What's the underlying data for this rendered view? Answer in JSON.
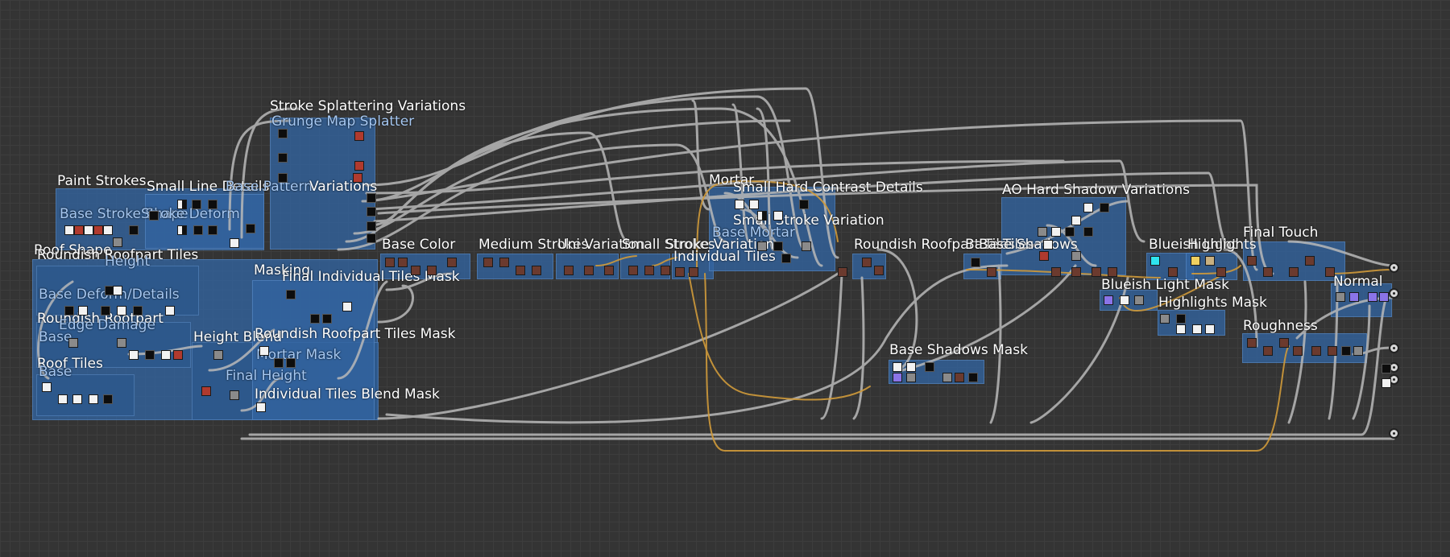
{
  "graph": {
    "frames": [
      {
        "id": "paint-strokes",
        "label": "Paint Strokes"
      },
      {
        "id": "base-stroke-shape",
        "label": "Base Stroke Shape"
      },
      {
        "id": "stroke-deform",
        "label": "Stroke Deform"
      },
      {
        "id": "small-line-details",
        "label": "Small Line Details"
      },
      {
        "id": "base-pattern",
        "label": "Base Pattern"
      },
      {
        "id": "stroke-splattering-variations",
        "label": "Stroke Splattering Variations"
      },
      {
        "id": "grunge-map-splatter",
        "label": "Grunge Map Splatter"
      },
      {
        "id": "variations",
        "label": "Variations"
      },
      {
        "id": "roof-shape",
        "label": "Roof Shape"
      },
      {
        "id": "roundish-roofpart-tiles",
        "label": "Roundish Roofpart Tiles"
      },
      {
        "id": "height",
        "label": "Height"
      },
      {
        "id": "base-deform-details",
        "label": "Base Deform/Details"
      },
      {
        "id": "roundish-rootpart",
        "label": "Roundish Rootpart"
      },
      {
        "id": "edge-damage",
        "label": "Edge Damage"
      },
      {
        "id": "base-1",
        "label": "Base"
      },
      {
        "id": "roof-tiles",
        "label": "Roof Tiles"
      },
      {
        "id": "base-2",
        "label": "Base"
      },
      {
        "id": "height-blend",
        "label": "Height Blend"
      },
      {
        "id": "final-height",
        "label": "Final Height"
      },
      {
        "id": "masking",
        "label": "Masking"
      },
      {
        "id": "final-individual-tiles-mask",
        "label": "Final Individual Tiles Mask"
      },
      {
        "id": "roundish-roofpart-tiles-mask",
        "label": "Roundish Roofpart Tiles Mask"
      },
      {
        "id": "mortar-mask",
        "label": "Mortar Mask"
      },
      {
        "id": "individual-tiles-blend-mask",
        "label": "Individual Tiles Blend Mask"
      },
      {
        "id": "base-color",
        "label": "Base Color"
      },
      {
        "id": "medium-strokes",
        "label": "Medium Strokes"
      },
      {
        "id": "uni-variation",
        "label": "Uni Variation"
      },
      {
        "id": "small-strokes",
        "label": "Small Strokes"
      },
      {
        "id": "stroke-variation",
        "label": "Stroke Variation"
      },
      {
        "id": "individual-tiles",
        "label": "Individual Tiles"
      },
      {
        "id": "mortar",
        "label": "Mortar"
      },
      {
        "id": "small-hard-contrast-details",
        "label": "Small Hard Contrast Details"
      },
      {
        "id": "small-stroke-variation",
        "label": "Small Stroke Variation"
      },
      {
        "id": "base-mortar",
        "label": "Base Mortar"
      },
      {
        "id": "roundish-roofpart-tiles-2",
        "label": "Roundish Roofpart Tiles"
      },
      {
        "id": "base-tiles",
        "label": "Base Tiles"
      },
      {
        "id": "base-shadows",
        "label": "Base Shadows"
      },
      {
        "id": "ao-hard-shadow-variations",
        "label": "AO Hard Shadow Variations"
      },
      {
        "id": "base-shadows-mask",
        "label": "Base Shadows Mask"
      },
      {
        "id": "blueish-light",
        "label": "Blueish Light"
      },
      {
        "id": "highlights",
        "label": "Highlights"
      },
      {
        "id": "blueish-light-mask",
        "label": "Blueish Light Mask"
      },
      {
        "id": "highlights-mask",
        "label": "Highlights Mask"
      },
      {
        "id": "final-touch",
        "label": "Final Touch"
      },
      {
        "id": "normal",
        "label": "Normal"
      },
      {
        "id": "roughness",
        "label": "Roughness"
      }
    ],
    "outputs": [
      "basecolor-output",
      "normal-output",
      "roughness-output",
      "metallic-output",
      "ambient-occlusion-output",
      "height-output"
    ]
  }
}
